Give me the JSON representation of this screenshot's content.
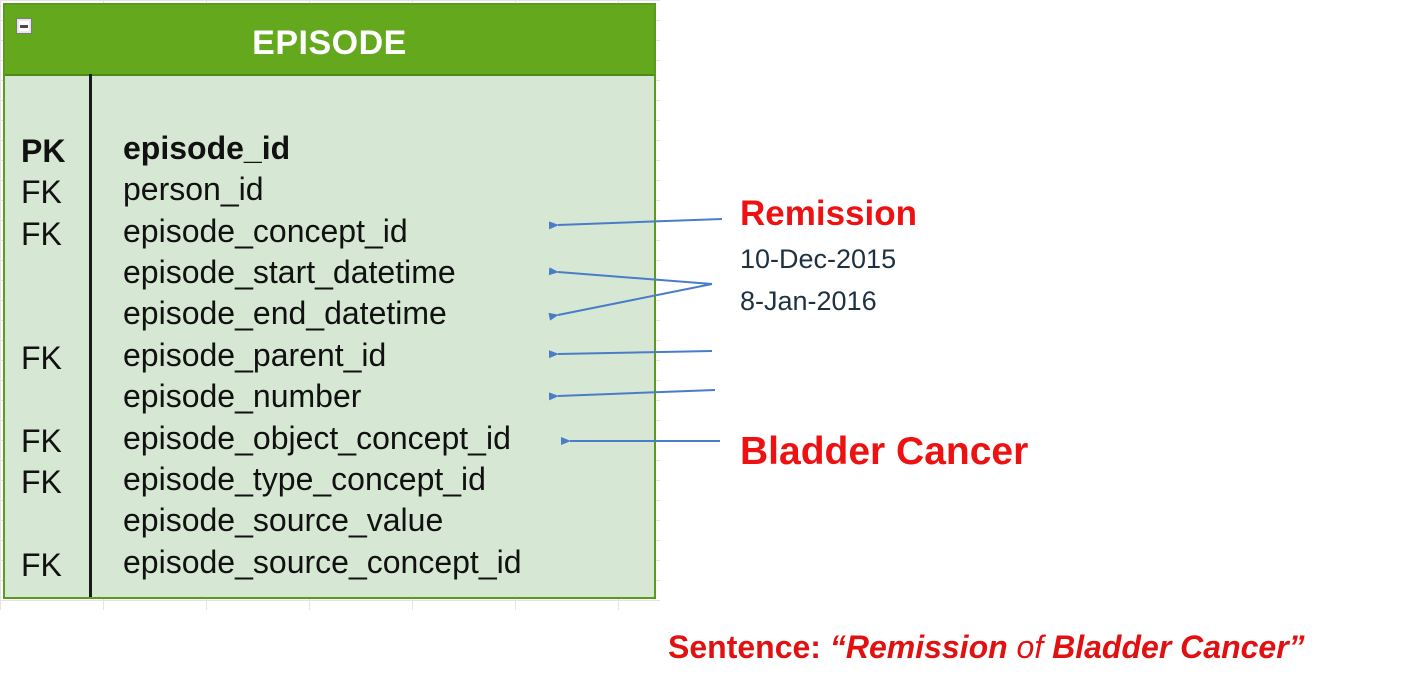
{
  "entity": {
    "title": "EPISODE",
    "rows": [
      {
        "key": "PK",
        "field": "episode_id"
      },
      {
        "key": "FK",
        "field": "person_id"
      },
      {
        "key": "FK",
        "field": "episode_concept_id"
      },
      {
        "key": "",
        "field": "episode_start_datetime"
      },
      {
        "key": "",
        "field": "episode_end_datetime"
      },
      {
        "key": "FK",
        "field": "episode_parent_id"
      },
      {
        "key": "",
        "field": "episode_number"
      },
      {
        "key": "FK",
        "field": "episode_object_concept_id"
      },
      {
        "key": "FK",
        "field": "episode_type_concept_id"
      },
      {
        "key": "",
        "field": "episode_source_value"
      },
      {
        "key": "FK",
        "field": "episode_source_concept_id"
      }
    ]
  },
  "annotations": {
    "remission": "Remission",
    "start_date": "10-Dec-2015",
    "end_date": "8-Jan-2016",
    "bladder_cancer": "Bladder Cancer"
  },
  "sentence": {
    "prefix": "Sentence:",
    "open_quote": "“",
    "word1": "Remission",
    "connector": "of",
    "word2": "Bladder Cancer",
    "close_quote": "”"
  },
  "colors": {
    "header_green": "#64a81d",
    "body_green": "#d6e8d3",
    "annotation_red": "#ee1111",
    "arrow_blue": "#4a7cc9"
  },
  "icons": {
    "collapse": "collapse-icon"
  }
}
